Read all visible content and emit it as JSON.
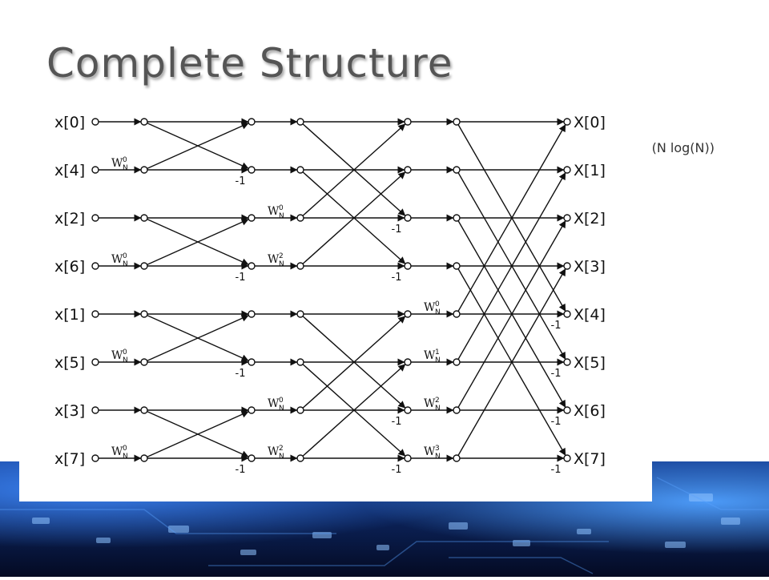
{
  "slide": {
    "title": "Complete Structure",
    "complexity_note": "O(N log(N))"
  },
  "diagram": {
    "inputs": [
      "x[0]",
      "x[4]",
      "x[2]",
      "x[6]",
      "x[1]",
      "x[5]",
      "x[3]",
      "x[7]"
    ],
    "outputs": [
      "X[0]",
      "X[1]",
      "X[2]",
      "X[3]",
      "X[4]",
      "X[5]",
      "X[6]",
      "X[7]"
    ],
    "minus_one": "-1",
    "twiddle_letter": "W",
    "twiddle_subscript": "N",
    "stage1": {
      "twiddles": [
        {
          "row": 1,
          "exp": "0"
        },
        {
          "row": 3,
          "exp": "0"
        },
        {
          "row": 5,
          "exp": "0"
        },
        {
          "row": 7,
          "exp": "0"
        }
      ],
      "minus_one_rows": [
        1,
        3,
        5,
        7
      ]
    },
    "stage2": {
      "twiddles": [
        {
          "row": 2,
          "exp": "0"
        },
        {
          "row": 3,
          "exp": "2"
        },
        {
          "row": 6,
          "exp": "0"
        },
        {
          "row": 7,
          "exp": "2"
        }
      ],
      "minus_one_rows": [
        2,
        3,
        6,
        7
      ]
    },
    "stage3": {
      "twiddles": [
        {
          "row": 4,
          "exp": "0"
        },
        {
          "row": 5,
          "exp": "1"
        },
        {
          "row": 6,
          "exp": "2"
        },
        {
          "row": 7,
          "exp": "3"
        }
      ],
      "minus_one_rows": [
        4,
        5,
        6,
        7
      ]
    }
  },
  "colors": {
    "title": "#555555",
    "lines": "#111111",
    "background_accent": "#1c5fd6"
  }
}
